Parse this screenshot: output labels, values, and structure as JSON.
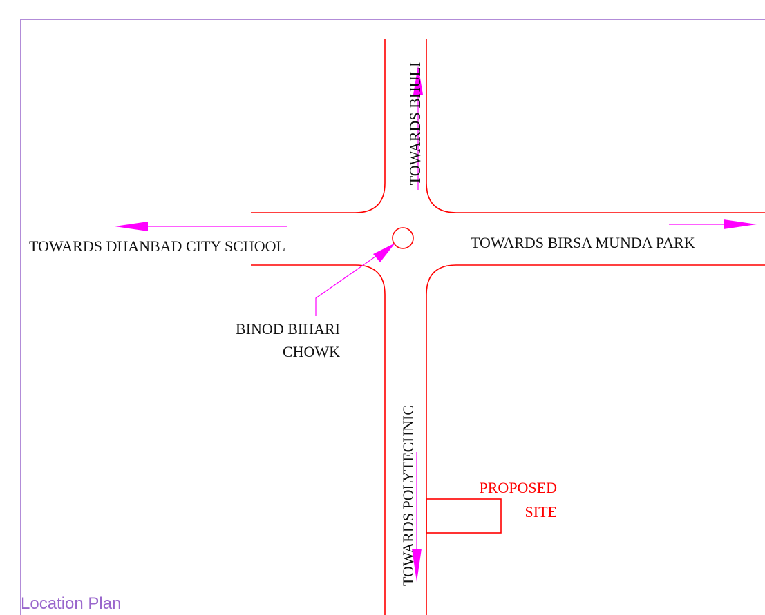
{
  "drawing": {
    "title": "Location Plan",
    "labels": {
      "north": "TOWARDS BHULI",
      "west": "TOWARDS DHANBAD CITY SCHOOL",
      "east": "TOWARDS BIRSA MUNDA PARK",
      "south": "TOWARDS POLYTECHNIC",
      "junction_line1": "BINOD BIHARI",
      "junction_line2": "CHOWK",
      "site_line1": "PROPOSED",
      "site_line2": "SITE"
    },
    "colors": {
      "road": "#ff0000",
      "arrow": "#ff00ff",
      "border": "#9966cc",
      "title": "#9966cc",
      "site_label": "#ff0000",
      "text": "#111111"
    }
  }
}
